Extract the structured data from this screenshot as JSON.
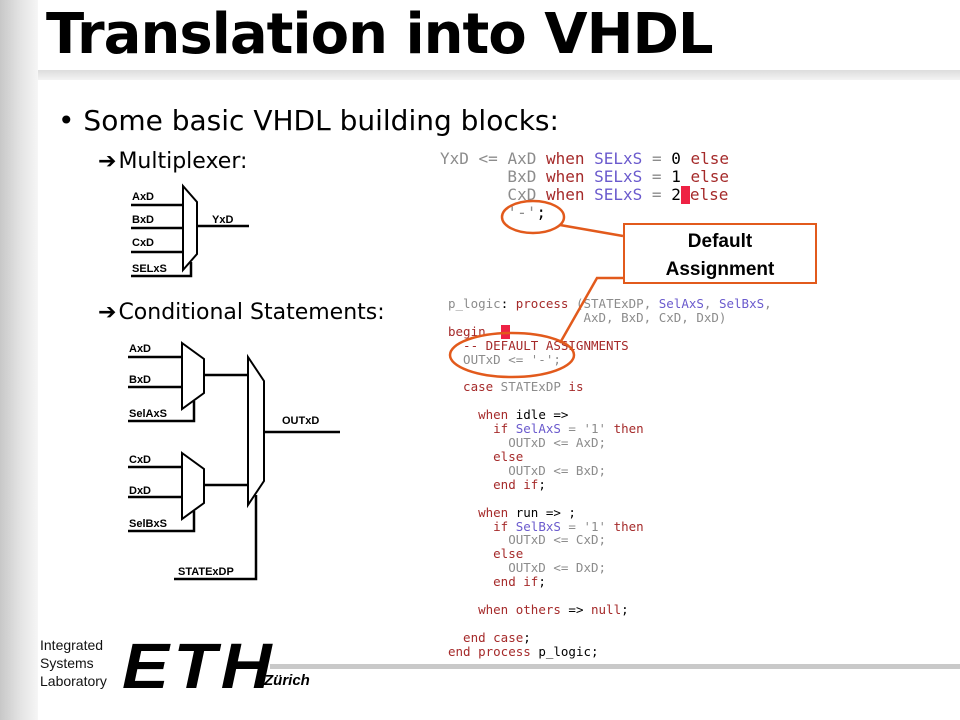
{
  "title": "Translation into VHDL",
  "bullet": "Some basic VHDL building blocks:",
  "sections": {
    "mux": {
      "label": "Multiplexer:",
      "inputs": [
        "AxD",
        "BxD",
        "CxD"
      ],
      "select": "SELxS",
      "output": "YxD"
    },
    "cond": {
      "label": "Conditional Statements:",
      "mux_a_inputs": [
        "AxD",
        "BxD"
      ],
      "mux_a_select": "SelAxS",
      "mux_b_inputs": [
        "CxD",
        "DxD"
      ],
      "mux_b_select": "SelBxS",
      "output": "OUTxD",
      "state": "STATExDP"
    }
  },
  "code_top": [
    {
      "tokens": [
        {
          "t": "YxD <= ",
          "c": "plain"
        },
        {
          "t": "AxD",
          "c": "plain"
        },
        {
          "t": " when ",
          "c": "kw"
        },
        {
          "t": "SELxS",
          "c": "sig"
        },
        {
          "t": " = ",
          "c": "plain"
        },
        {
          "t": "0",
          "c": "lit"
        },
        {
          "t": " else",
          "c": "kw"
        }
      ]
    },
    {
      "tokens": [
        {
          "t": "       BxD",
          "c": "plain"
        },
        {
          "t": " when ",
          "c": "kw"
        },
        {
          "t": "SELxS",
          "c": "sig"
        },
        {
          "t": " = ",
          "c": "plain"
        },
        {
          "t": "1",
          "c": "lit"
        },
        {
          "t": " else",
          "c": "kw"
        }
      ]
    },
    {
      "tokens": [
        {
          "t": "       CxD",
          "c": "plain"
        },
        {
          "t": " when ",
          "c": "kw"
        },
        {
          "t": "SELxS",
          "c": "sig"
        },
        {
          "t": " = ",
          "c": "plain"
        },
        {
          "t": "2",
          "c": "lit"
        },
        {
          "t": " ",
          "c": "cursor"
        },
        {
          "t": "else",
          "c": "kw"
        }
      ]
    },
    {
      "tokens": [
        {
          "t": "       '-'",
          "c": "plain"
        },
        {
          "t": ";",
          "c": "lit"
        }
      ]
    }
  ],
  "code_bottom": [
    {
      "tokens": [
        {
          "t": "p_logic",
          "c": "plain"
        },
        {
          "t": ": ",
          "c": "lit"
        },
        {
          "t": "process",
          "c": "kw"
        },
        {
          "t": " (STATExDP, ",
          "c": "plain"
        },
        {
          "t": "SelAxS",
          "c": "sig"
        },
        {
          "t": ", ",
          "c": "plain"
        },
        {
          "t": "SelBxS",
          "c": "sig"
        },
        {
          "t": ",",
          "c": "plain"
        }
      ]
    },
    {
      "tokens": [
        {
          "t": "                  AxD, BxD, CxD, DxD)",
          "c": "plain"
        }
      ]
    },
    {
      "tokens": [
        {
          "t": "begin",
          "c": "kw"
        },
        {
          "t": "  ",
          "c": "plain"
        },
        {
          "t": " ",
          "c": "cursor"
        }
      ]
    },
    {
      "tokens": [
        {
          "t": "  -- DEFAULT ASSIGNMENTS",
          "c": "kw"
        }
      ]
    },
    {
      "tokens": [
        {
          "t": "  OUTxD <= '-';",
          "c": "plain"
        }
      ]
    },
    {
      "tokens": [
        {
          "t": "",
          "c": "plain"
        }
      ]
    },
    {
      "tokens": [
        {
          "t": "  case",
          "c": "kw"
        },
        {
          "t": " STATExDP ",
          "c": "plain"
        },
        {
          "t": "is",
          "c": "kw"
        }
      ]
    },
    {
      "tokens": [
        {
          "t": "",
          "c": "plain"
        }
      ]
    },
    {
      "tokens": [
        {
          "t": "    when",
          "c": "kw"
        },
        {
          "t": " idle =>",
          "c": "lit"
        }
      ]
    },
    {
      "tokens": [
        {
          "t": "      if",
          "c": "kw"
        },
        {
          "t": " SelAxS",
          "c": "sig"
        },
        {
          "t": " = '1' ",
          "c": "plain"
        },
        {
          "t": "then",
          "c": "kw"
        }
      ]
    },
    {
      "tokens": [
        {
          "t": "        OUTxD <= AxD;",
          "c": "plain"
        }
      ]
    },
    {
      "tokens": [
        {
          "t": "      else",
          "c": "kw"
        }
      ]
    },
    {
      "tokens": [
        {
          "t": "        OUTxD <= BxD;",
          "c": "plain"
        }
      ]
    },
    {
      "tokens": [
        {
          "t": "      end if",
          "c": "kw"
        },
        {
          "t": ";",
          "c": "lit"
        }
      ]
    },
    {
      "tokens": [
        {
          "t": "",
          "c": "plain"
        }
      ]
    },
    {
      "tokens": [
        {
          "t": "    when",
          "c": "kw"
        },
        {
          "t": " run => ;",
          "c": "lit"
        }
      ]
    },
    {
      "tokens": [
        {
          "t": "      if",
          "c": "kw"
        },
        {
          "t": " SelBxS",
          "c": "sig"
        },
        {
          "t": " = '1' ",
          "c": "plain"
        },
        {
          "t": "then",
          "c": "kw"
        }
      ]
    },
    {
      "tokens": [
        {
          "t": "        OUTxD <= CxD;",
          "c": "plain"
        }
      ]
    },
    {
      "tokens": [
        {
          "t": "      else",
          "c": "kw"
        }
      ]
    },
    {
      "tokens": [
        {
          "t": "        OUTxD <= DxD;",
          "c": "plain"
        }
      ]
    },
    {
      "tokens": [
        {
          "t": "      end if",
          "c": "kw"
        },
        {
          "t": ";",
          "c": "lit"
        }
      ]
    },
    {
      "tokens": [
        {
          "t": "",
          "c": "plain"
        }
      ]
    },
    {
      "tokens": [
        {
          "t": "    when",
          "c": "kw"
        },
        {
          "t": " others",
          "c": "kw"
        },
        {
          "t": " =>",
          "c": "lit"
        },
        {
          "t": " null",
          "c": "kw"
        },
        {
          "t": ";",
          "c": "lit"
        }
      ]
    },
    {
      "tokens": [
        {
          "t": "",
          "c": "plain"
        }
      ]
    },
    {
      "tokens": [
        {
          "t": "  end case",
          "c": "kw"
        },
        {
          "t": ";",
          "c": "lit"
        }
      ]
    },
    {
      "tokens": [
        {
          "t": "end process",
          "c": "kw"
        },
        {
          "t": " p_logic;",
          "c": "lit"
        }
      ]
    }
  ],
  "callout": {
    "line1": "Default",
    "line2": "Assignment"
  },
  "colors": {
    "accent": "#e25a1c",
    "keyword": "#a52a2a",
    "signal": "#6a5acd",
    "code_plain": "#8c8c8c",
    "cursor": "#ee2244"
  },
  "footer": {
    "lab_lines": [
      "Integrated",
      "Systems",
      "Laboratory"
    ],
    "logo": "ETH",
    "city": "Zürich"
  }
}
